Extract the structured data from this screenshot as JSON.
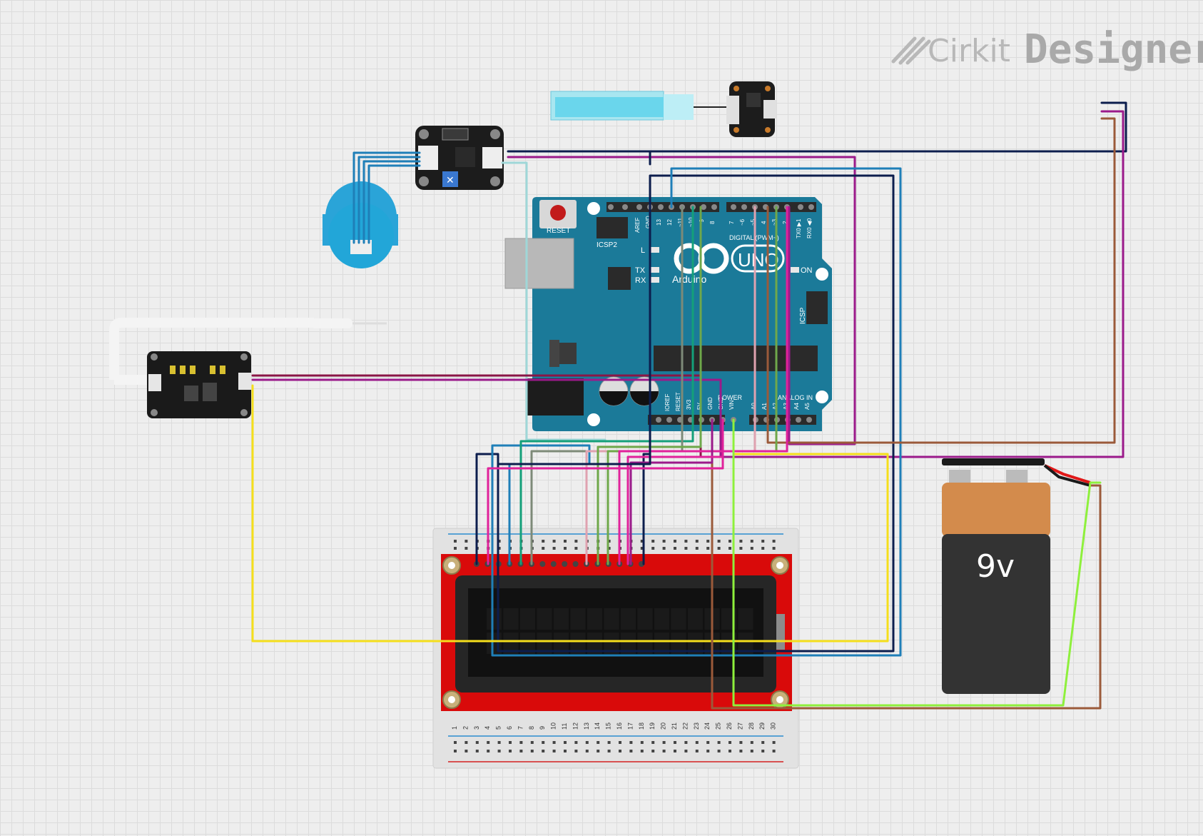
{
  "brand": {
    "name_a": "Cirkit",
    "name_b": "Designer"
  },
  "arduino": {
    "reset_label": "RESET",
    "icsp2_label": "ICSP2",
    "icsp_label": "ICSP",
    "l_label": "L",
    "tx_label": "TX",
    "rx_label": "RX",
    "on_label": "ON",
    "model_label": "UNO",
    "brand_label": "Arduino",
    "digital_label": "DIGITAL (PWM~)",
    "power_label": "POWER",
    "analog_label": "ANALOG IN",
    "aref_label": "AREF",
    "gnd_label": "GND",
    "pin13": "13",
    "pin12": "12",
    "pin11": "~11",
    "pin10": "~10",
    "pin9": "~9",
    "pin8": "8",
    "pin7": "7",
    "pin6": "~6",
    "pin5": "~5",
    "pin4": "4",
    "pin3": "~3",
    "pin2": "2",
    "tx1": "TX0 ▶1",
    "rx0": "RX0 ◀0",
    "ioref": "IOREF",
    "reset2": "RESET",
    "v33": "3V3",
    "v5": "5V",
    "gnd_a": "GND",
    "gnd_b": "GND",
    "vin": "VIN",
    "a0": "A0",
    "a1": "A1",
    "a2": "A2",
    "a3": "A3",
    "a4": "A4",
    "a5": "A5"
  },
  "battery": {
    "label": "9v"
  },
  "breadboard": {
    "columns": [
      "1",
      "2",
      "3",
      "4",
      "5",
      "6",
      "7",
      "8",
      "9",
      "10",
      "11",
      "12",
      "13",
      "14",
      "15",
      "16",
      "17",
      "18",
      "19",
      "20",
      "21",
      "22",
      "23",
      "24",
      "25",
      "26",
      "27",
      "28",
      "29",
      "30"
    ]
  },
  "colors": {
    "arduino": "#1b7a99",
    "navy": "#0c1d4d",
    "purple": "#9b1a8a",
    "maroon": "#8a1546",
    "blue": "#1f7fb8",
    "teal": "#14a07a",
    "gray": "#7d8a78",
    "pink": "#e0a2b0",
    "green": "#6fa84a",
    "magenta": "#e0229b",
    "yellow": "#f5df1c",
    "brown": "#9b5a3a",
    "lime": "#8ef03c",
    "lightblue": "#9fd7d8"
  }
}
